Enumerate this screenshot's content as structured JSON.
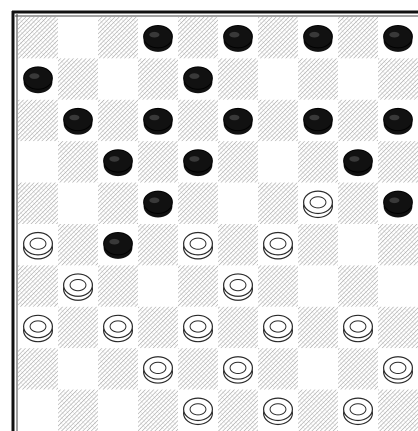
{
  "board": {
    "rows": 10,
    "cols": 10,
    "colors": {
      "frame": "#111111",
      "light_square": "#ffffff",
      "dark_square_hatch": "#8a8a8a",
      "dark_piece": "#111111",
      "light_piece_outline": "#2a2a2a",
      "light_piece_fill": "#ffffff"
    },
    "pieces": [
      {
        "row": 0,
        "col": 3,
        "color": "dark"
      },
      {
        "row": 0,
        "col": 5,
        "color": "dark"
      },
      {
        "row": 0,
        "col": 7,
        "color": "dark"
      },
      {
        "row": 0,
        "col": 9,
        "color": "dark"
      },
      {
        "row": 1,
        "col": 0,
        "color": "dark"
      },
      {
        "row": 1,
        "col": 4,
        "color": "dark"
      },
      {
        "row": 2,
        "col": 1,
        "color": "dark"
      },
      {
        "row": 2,
        "col": 3,
        "color": "dark"
      },
      {
        "row": 2,
        "col": 5,
        "color": "dark"
      },
      {
        "row": 2,
        "col": 7,
        "color": "dark"
      },
      {
        "row": 2,
        "col": 9,
        "color": "dark"
      },
      {
        "row": 3,
        "col": 2,
        "color": "dark"
      },
      {
        "row": 3,
        "col": 4,
        "color": "dark"
      },
      {
        "row": 3,
        "col": 8,
        "color": "dark"
      },
      {
        "row": 4,
        "col": 3,
        "color": "dark"
      },
      {
        "row": 4,
        "col": 7,
        "color": "light"
      },
      {
        "row": 4,
        "col": 9,
        "color": "dark"
      },
      {
        "row": 5,
        "col": 0,
        "color": "light"
      },
      {
        "row": 5,
        "col": 2,
        "color": "dark"
      },
      {
        "row": 5,
        "col": 4,
        "color": "light"
      },
      {
        "row": 5,
        "col": 6,
        "color": "light"
      },
      {
        "row": 6,
        "col": 1,
        "color": "light"
      },
      {
        "row": 6,
        "col": 5,
        "color": "light"
      },
      {
        "row": 7,
        "col": 0,
        "color": "light"
      },
      {
        "row": 7,
        "col": 2,
        "color": "light"
      },
      {
        "row": 7,
        "col": 4,
        "color": "light"
      },
      {
        "row": 7,
        "col": 6,
        "color": "light"
      },
      {
        "row": 7,
        "col": 8,
        "color": "light"
      },
      {
        "row": 8,
        "col": 3,
        "color": "light"
      },
      {
        "row": 8,
        "col": 5,
        "color": "light"
      },
      {
        "row": 8,
        "col": 9,
        "color": "light"
      },
      {
        "row": 9,
        "col": 4,
        "color": "light"
      },
      {
        "row": 9,
        "col": 6,
        "color": "light"
      },
      {
        "row": 9,
        "col": 8,
        "color": "light"
      }
    ]
  }
}
